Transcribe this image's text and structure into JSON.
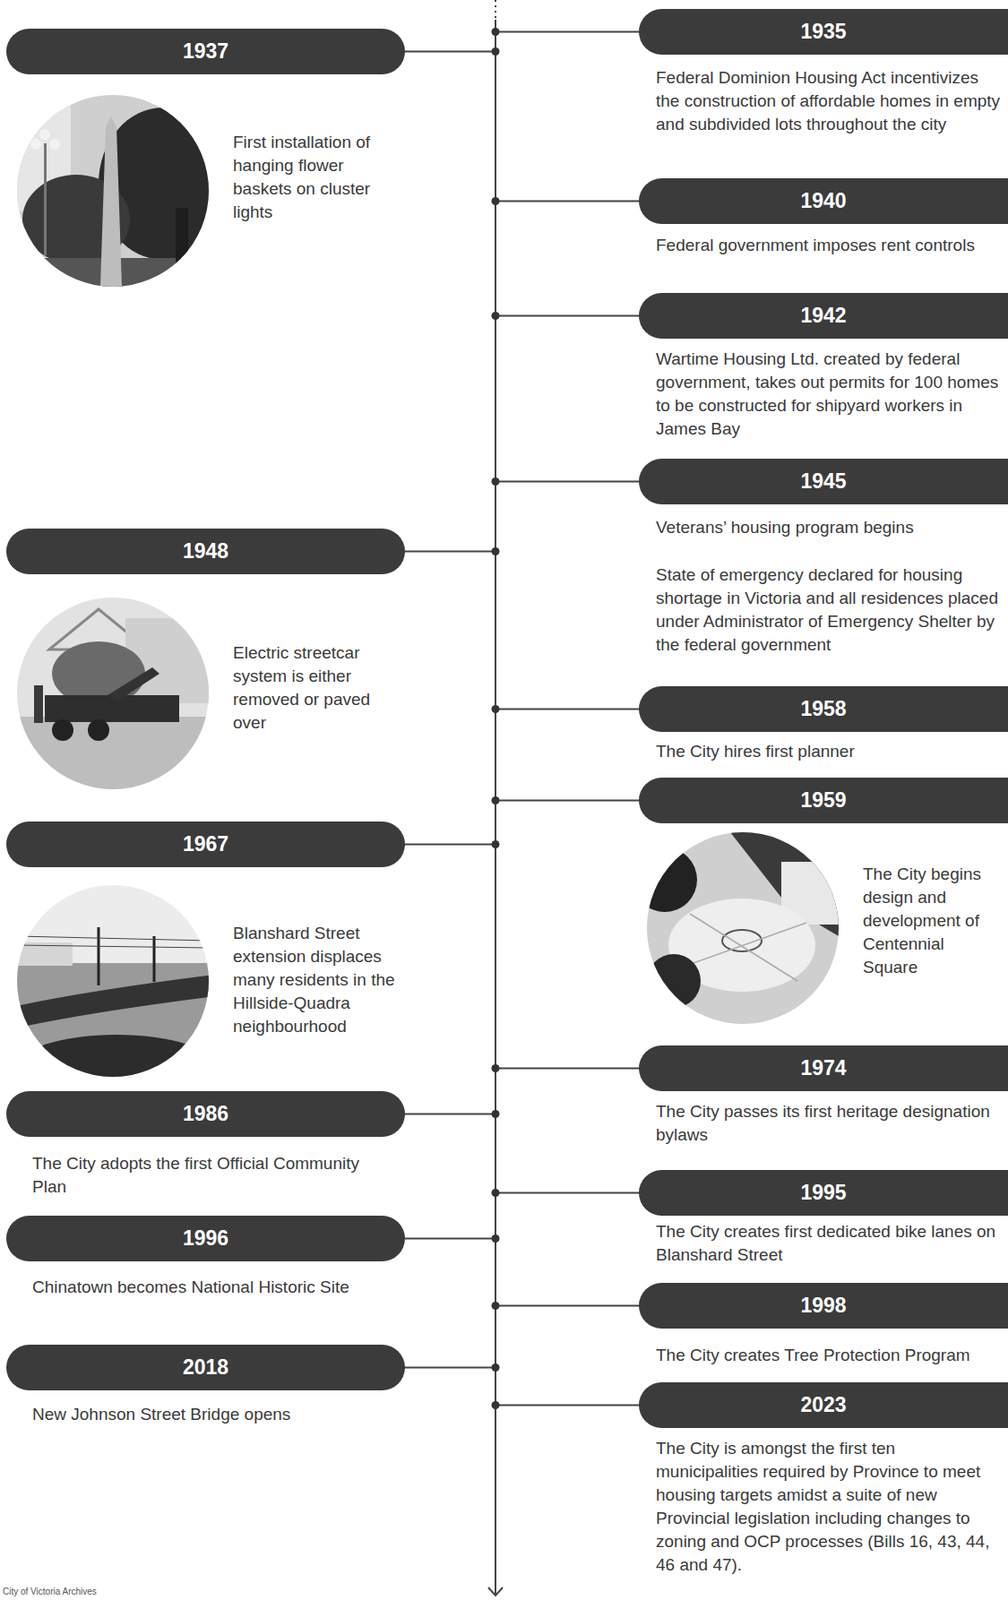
{
  "diagram": {
    "nodes": [
      {
        "text": [
          "1935",
          "Federal Dominion Housing Act incentivizes the construction of affordable homes in empty and subdivided lots throughout the city"
        ]
      },
      {
        "text": [
          "1937",
          "First installation of hanging flower baskets on cluster lights"
        ]
      },
      {
        "text": [
          "1940",
          "Federal government imposes rent controls"
        ]
      },
      {
        "text": [
          "1942",
          "Wartime Housing Ltd. created by federal government, takes out permits for 100 homes to be constructed for shipyard workers in James Bay"
        ]
      },
      {
        "text": [
          "1945",
          "Veterans’ housing program begins",
          "State of emergency declared for housing shortage in Victoria and all residences placed under Administrator of Emergency Shelter by the federal government"
        ]
      },
      {
        "text": [
          "1948",
          "Electric streetcar system is either removed or paved over"
        ]
      },
      {
        "text": [
          "1958",
          "The City hires first planner"
        ]
      },
      {
        "text": [
          "1959",
          "The City begins design and development of Centennial Square"
        ]
      },
      {
        "text": [
          "1967",
          "Blanshard Street extension displaces many residents in the Hillside-Quadra neighbourhood"
        ]
      },
      {
        "text": [
          "1974",
          "The City passes its first heritage designation bylaws"
        ]
      },
      {
        "text": [
          "1986",
          "The City adopts the first Official Community Plan"
        ]
      },
      {
        "text": [
          "1995",
          "The City creates first dedicated bike lanes on Blanshard Street"
        ]
      },
      {
        "text": [
          "1996",
          "Chinatown becomes National Historic Site"
        ]
      },
      {
        "text": [
          "1998",
          "The City creates Tree Protection Program"
        ]
      },
      {
        "text": [
          "2018",
          "New Johnson Street Bridge opens"
        ]
      },
      {
        "text": [
          "2023",
          "The City is amongst the first ten municipalities required by Province to meet housing targets amidst a suite of new Provincial legislation including changes to zoning and OCP processes (Bills 16, 43, 44, 46 and 47)."
        ]
      }
    ],
    "labels": [
      "City of Victoria Archives"
    ]
  }
}
